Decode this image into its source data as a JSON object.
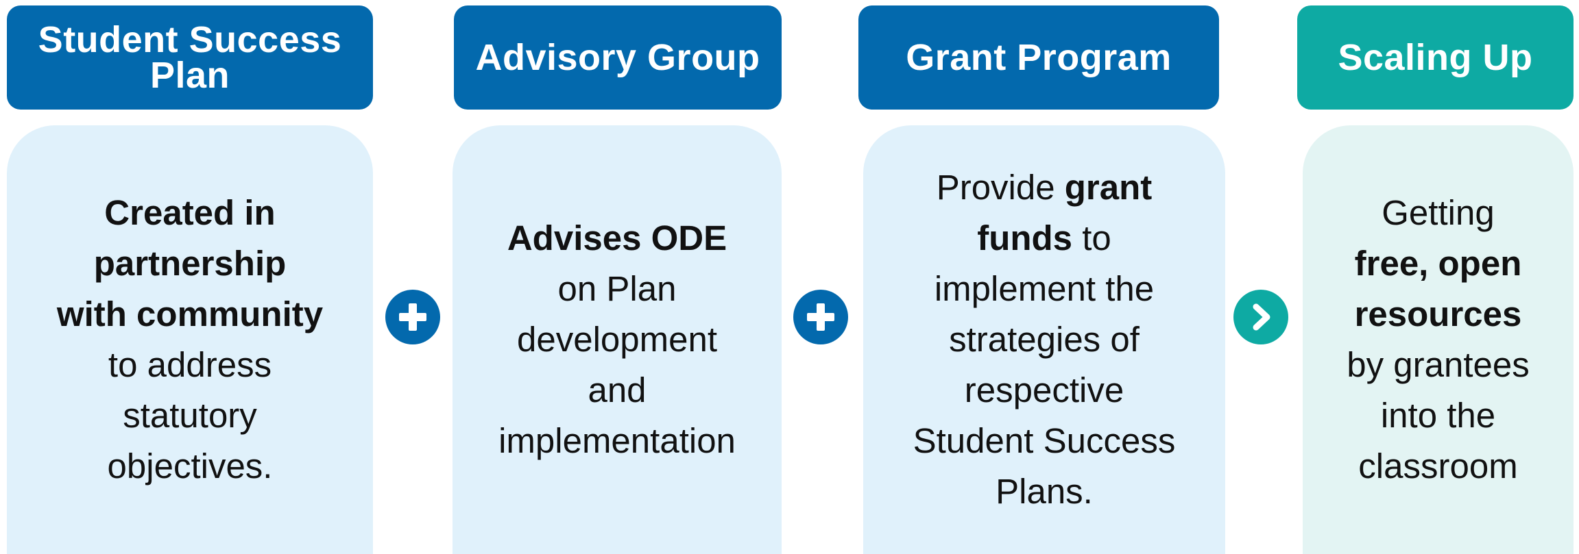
{
  "columns": [
    {
      "header": "Student Success Plan",
      "header_lines": [
        "Student Success",
        "Plan"
      ],
      "body": {
        "bold": "Created in partnership with community",
        "bold_lines": [
          "Created in",
          "partnership",
          "with community"
        ],
        "rest_lines": [
          "to address",
          "statutory",
          "objectives."
        ]
      }
    },
    {
      "header": "Advisory Group",
      "body": {
        "bold": "Advises ODE",
        "rest_lines": [
          "on Plan",
          "development",
          "and",
          "implementation"
        ]
      }
    },
    {
      "header": "Grant Program",
      "body": {
        "pre": "Provide ",
        "bold_a": "grant",
        "bold_b": "funds",
        "post": " to",
        "rest_lines": [
          "implement the",
          "strategies of",
          "respective",
          "Student Success",
          "Plans."
        ]
      }
    },
    {
      "header": "Scaling Up",
      "body": {
        "lead": "Getting",
        "bold_lines": [
          "free, open",
          "resources"
        ],
        "rest_lines": [
          "by grantees",
          "into the",
          "classroom"
        ]
      }
    }
  ],
  "connectors": [
    {
      "icon": "plus-icon"
    },
    {
      "icon": "plus-icon"
    },
    {
      "icon": "chevron-right-icon"
    }
  ],
  "colors": {
    "blue_header": "#0369ad",
    "teal_header": "#0eaaa3",
    "blue_box": "#e0f1fb",
    "teal_box": "#e3f4f3"
  }
}
